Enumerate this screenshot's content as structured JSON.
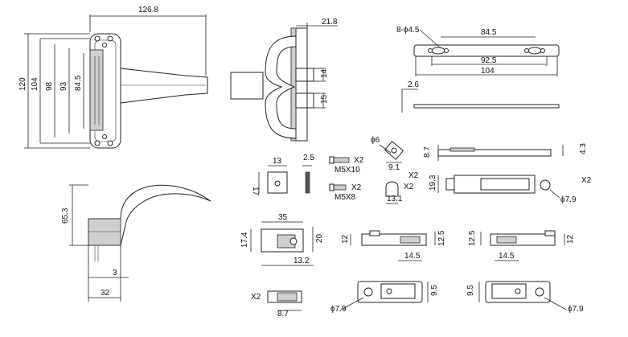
{
  "handle_front": {
    "width": "126.8",
    "h120": "120",
    "h104": "104",
    "h98": "98",
    "h93": "93",
    "h845": "84.5"
  },
  "handle_side": {
    "depth": "21.8",
    "d14": "14",
    "d15": "15"
  },
  "base_plate": {
    "hole_spec": "8-ϕ4.5",
    "d845": "84.5",
    "d925": "92.5",
    "d104": "104",
    "thick": "2.6"
  },
  "handle_bottom": {
    "h653": "65.3",
    "w3": "3",
    "w32": "32"
  },
  "small_bracket": {
    "w13": "13",
    "t25": "2.5",
    "h17": "17"
  },
  "screws": {
    "qty1": "X2",
    "size1": "M5X10",
    "qty2": "X2",
    "size2": "M5X8"
  },
  "roller": {
    "phi6": "ϕ6",
    "d91": "9.1",
    "qty": "X2"
  },
  "cap": {
    "d131": "13.1",
    "qty": "X2"
  },
  "rod_guide": {
    "h87": "8.7",
    "h43": "4.3",
    "h193": "19.3",
    "phi79": "ϕ7.9",
    "qty": "X2"
  },
  "keeper": {
    "w35": "35",
    "h174": "17.4",
    "h20": "20",
    "w132": "13.2"
  },
  "strike_left": {
    "h12a": "12",
    "h125": "12.5",
    "w145": "14.5"
  },
  "strike_right": {
    "h125": "12.5",
    "h12": "12",
    "w145": "14.5"
  },
  "clip": {
    "qty": "X2",
    "w87": "8.7"
  },
  "slot_left": {
    "phi79": "ϕ7.9",
    "h95": "9.5"
  },
  "slot_right": {
    "h95": "9.5",
    "phi79": "ϕ7.9"
  }
}
